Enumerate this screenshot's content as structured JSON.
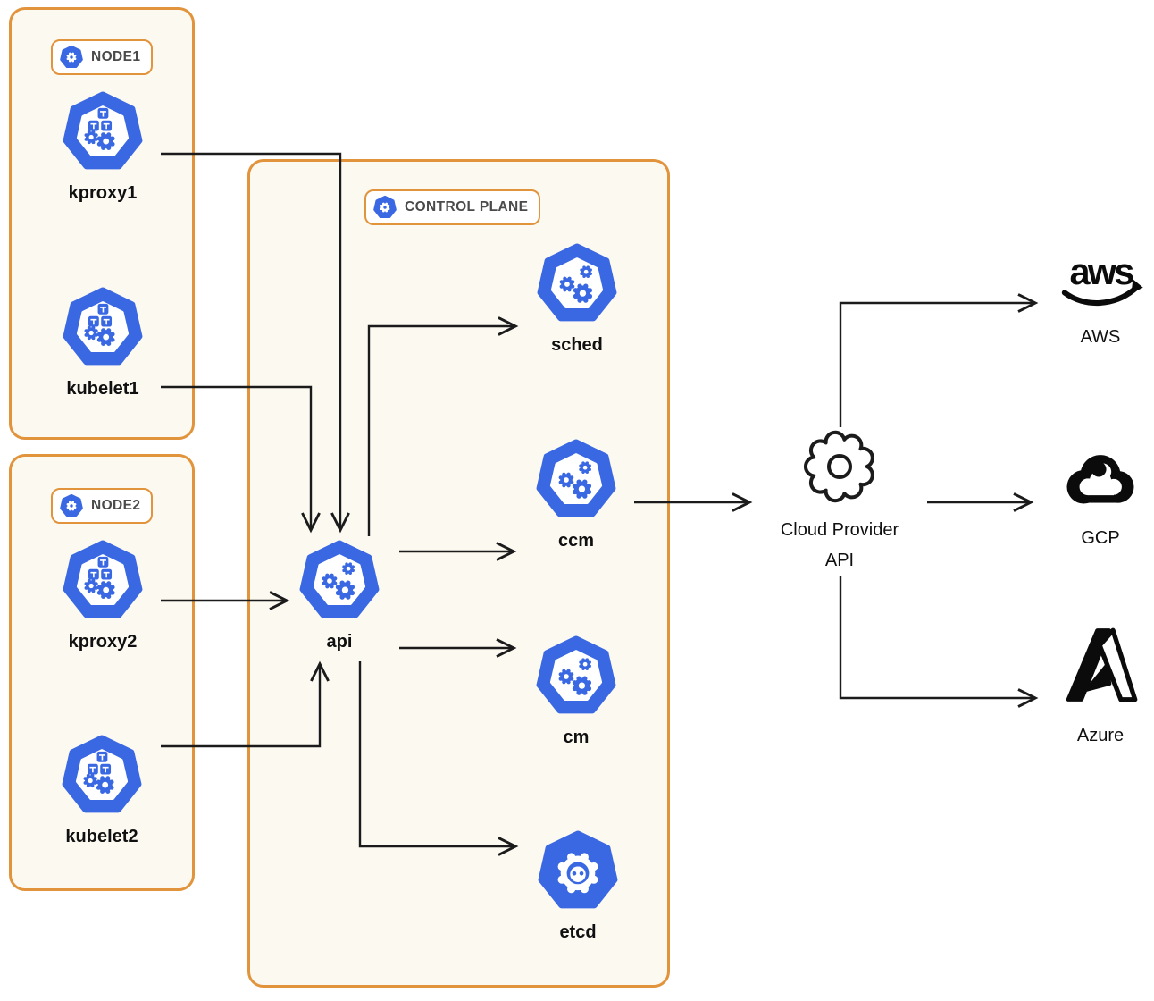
{
  "colors": {
    "kubernetes_blue": "#3968E2",
    "orange_border": "#E2943C",
    "box_background": "#FCF9F1",
    "line_color": "#1B1B1B",
    "logo_black": "#0B0B0B",
    "badge_text": "#4A4A4A"
  },
  "groups": {
    "node1": {
      "label": "NODE1"
    },
    "node2": {
      "label": "NODE2"
    },
    "control_plane": {
      "label": "CONTROL PLANE"
    }
  },
  "nodes": {
    "kproxy1": {
      "label": "kproxy1"
    },
    "kubelet1": {
      "label": "kubelet1"
    },
    "kproxy2": {
      "label": "kproxy2"
    },
    "kubelet2": {
      "label": "kubelet2"
    },
    "api": {
      "label": "api"
    },
    "sched": {
      "label": "sched"
    },
    "ccm": {
      "label": "ccm"
    },
    "cm": {
      "label": "cm"
    },
    "etcd": {
      "label": "etcd"
    }
  },
  "cloud_provider": {
    "line1": "Cloud Provider",
    "line2": "API"
  },
  "providers": {
    "aws": {
      "label": "AWS",
      "wordmark": "aws"
    },
    "gcp": {
      "label": "GCP"
    },
    "azure": {
      "label": "Azure"
    }
  },
  "edges": [
    {
      "from": "kproxy1",
      "to": "api"
    },
    {
      "from": "kubelet1",
      "to": "api"
    },
    {
      "from": "kproxy2",
      "to": "api"
    },
    {
      "from": "kubelet2",
      "to": "api"
    },
    {
      "from": "api",
      "to": "sched"
    },
    {
      "from": "api",
      "to": "ccm"
    },
    {
      "from": "api",
      "to": "cm"
    },
    {
      "from": "api",
      "to": "etcd"
    },
    {
      "from": "ccm",
      "to": "cloud_provider_api"
    },
    {
      "from": "cloud_provider_api",
      "to": "aws"
    },
    {
      "from": "cloud_provider_api",
      "to": "gcp"
    },
    {
      "from": "cloud_provider_api",
      "to": "azure"
    }
  ]
}
